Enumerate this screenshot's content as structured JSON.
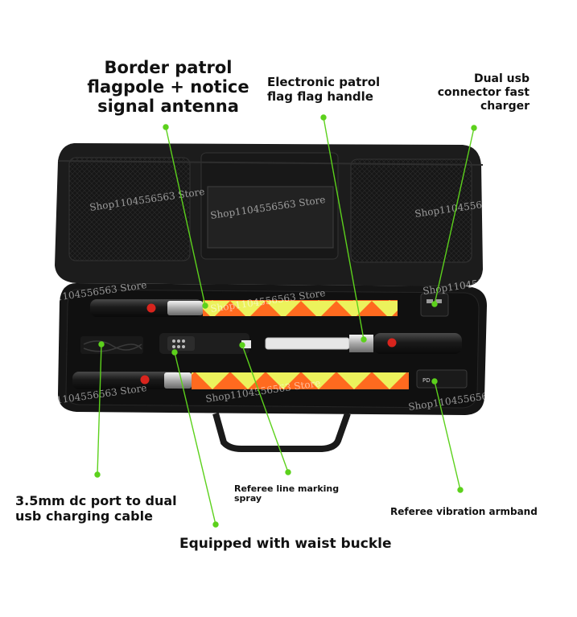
{
  "callouts": {
    "border_patrol": "Border patrol\nflagpole + notice\nsignal antenna",
    "electronic_handle": "Electronic patrol\nflag flag handle",
    "dual_usb_charger": "Dual usb\nconnector fast\ncharger",
    "dc_cable": "3.5mm dc port to dual\nusb charging cable",
    "line_spray": "Referee line marking\nspray",
    "vibration_armband": "Referee vibration armband",
    "waist_buckle": "Equipped with waist buckle"
  },
  "watermark": "Shop1104556563 Store",
  "colors": {
    "bag": "#1c1c1c",
    "foam": "#121212",
    "flag_orange": "#ff6a1f",
    "flag_yellow": "#ecf25c",
    "pointer": "#5cd11c"
  }
}
